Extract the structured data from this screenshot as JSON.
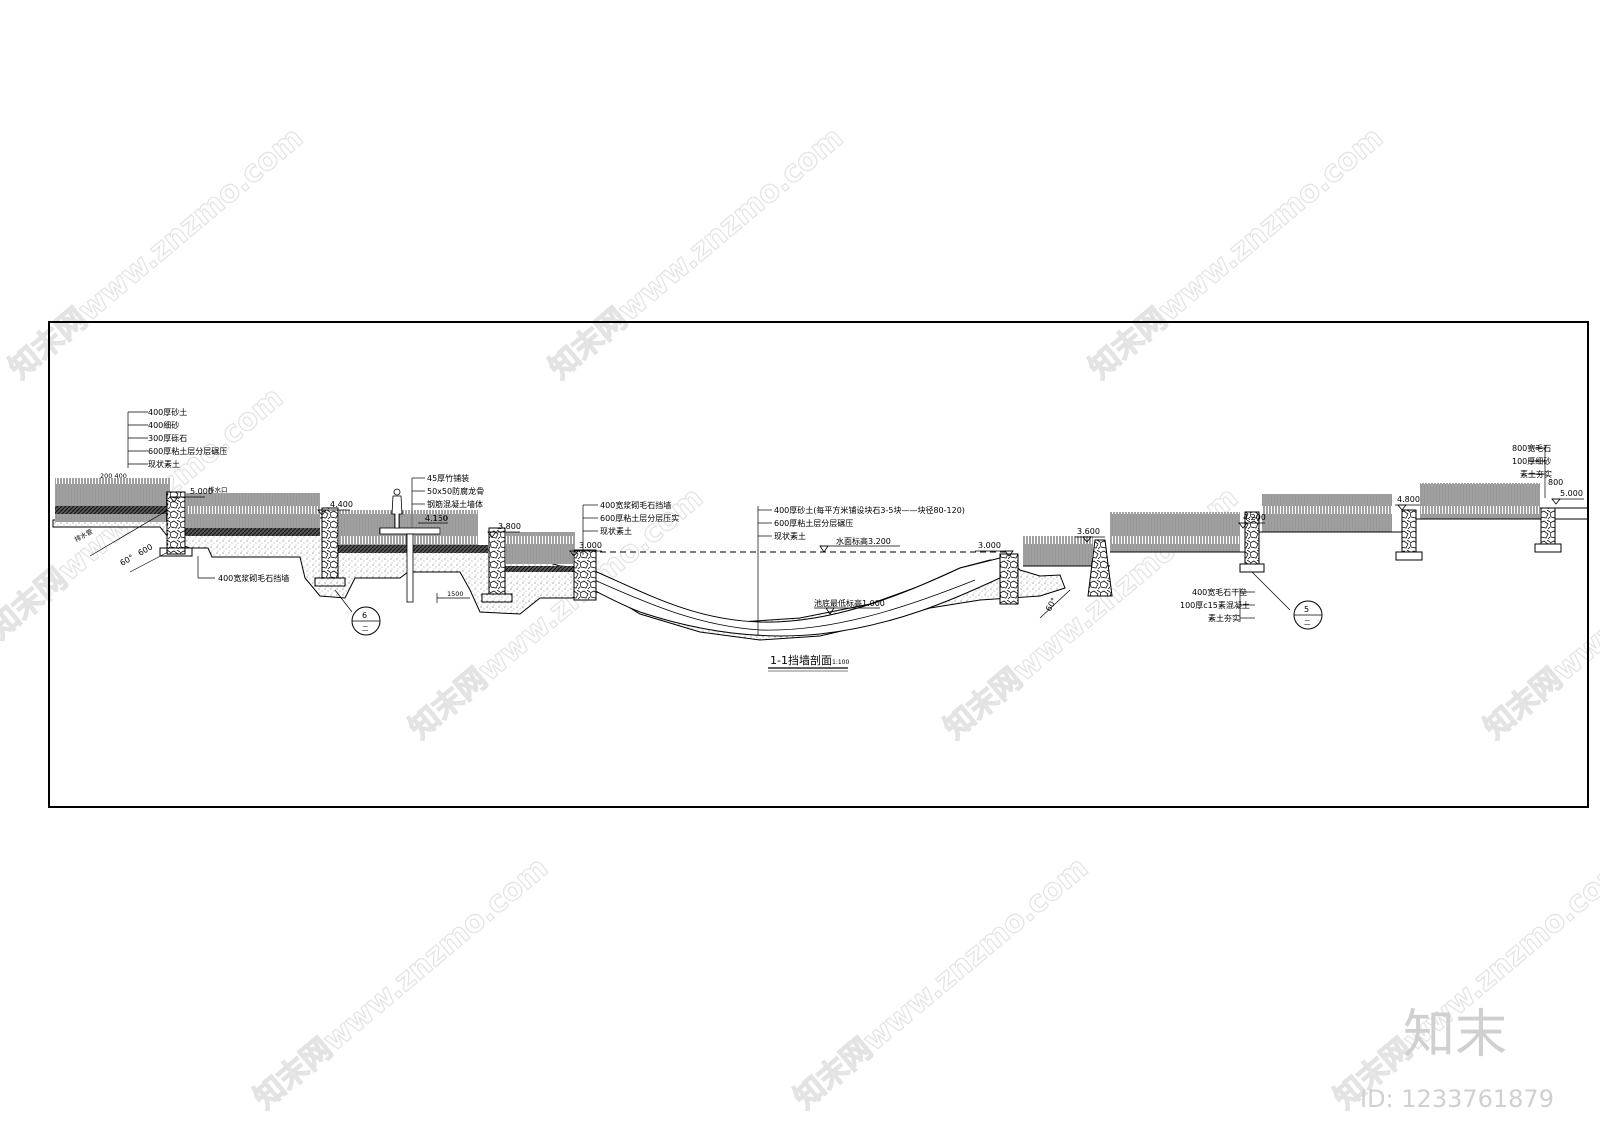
{
  "watermark": {
    "text": "知末网www.znzmo.com"
  },
  "branding": {
    "logo_text": "知末",
    "id_text": "ID: 1233761879"
  },
  "drawing": {
    "title": "1-1挡墙剖面",
    "scale": "1:100",
    "left_layers": [
      "400厚砂土",
      "400细砂",
      "300厚砾石",
      "600厚粘土层分层碾压",
      "现状素土"
    ],
    "left_note_top": "200 400",
    "left_note_drain": "排水口",
    "left_note_pipe": "排水管",
    "left_wall": "400宽浆砌毛石挡墙",
    "mid_layers": [
      "45厚竹铺装",
      "50x50防腐龙骨",
      "钢筋混凝土墙体"
    ],
    "wall_layers": [
      "400宽浆砌毛石挡墙",
      "600厚粘土层分层压实",
      "现状素土"
    ],
    "center_layers": [
      "400厚砂土(每平方米铺设块石3-5块——块径80-120)",
      "600厚粘土层分层碾压",
      "现状素土"
    ],
    "water_level": "水面标高3.200",
    "bottom_level": "池底最低标高1.000",
    "right_layers": [
      "800宽毛石",
      "100厚细砂",
      "素土夯实"
    ],
    "right_bottom_layers": [
      "400宽毛石干垒",
      "100厚c15素混凝土",
      "素土夯实"
    ],
    "dims": {
      "left_600": "600",
      "dim_1500": "1500",
      "right_800": "800",
      "slope_left": "60°",
      "slope_right": "60°"
    },
    "elevations": [
      "5.000",
      "4.400",
      "4.150",
      "3.800",
      "3.000",
      "3.000",
      "3.600",
      "4.200",
      "4.800",
      "5.000"
    ],
    "callouts": [
      {
        "num": "6",
        "denom": "二"
      },
      {
        "num": "5",
        "denom": "二"
      }
    ]
  }
}
